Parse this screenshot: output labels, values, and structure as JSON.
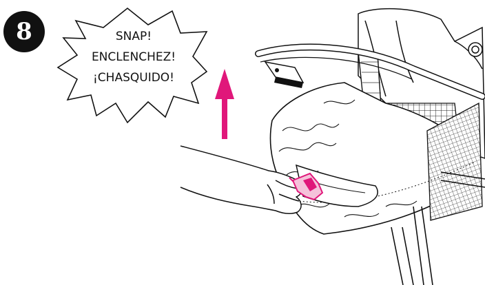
{
  "step": {
    "number": "8"
  },
  "callout": {
    "lines": [
      "SNAP!",
      "ENCLENCHEZ!",
      "¡CHASQUIDO!"
    ]
  },
  "icons": {
    "arrow": "up-arrow-icon",
    "hand": "hand-icon",
    "clip": "buckle-clip-icon"
  },
  "colors": {
    "accent": "#e0177a",
    "ink": "#111111",
    "badge": "#111111"
  }
}
